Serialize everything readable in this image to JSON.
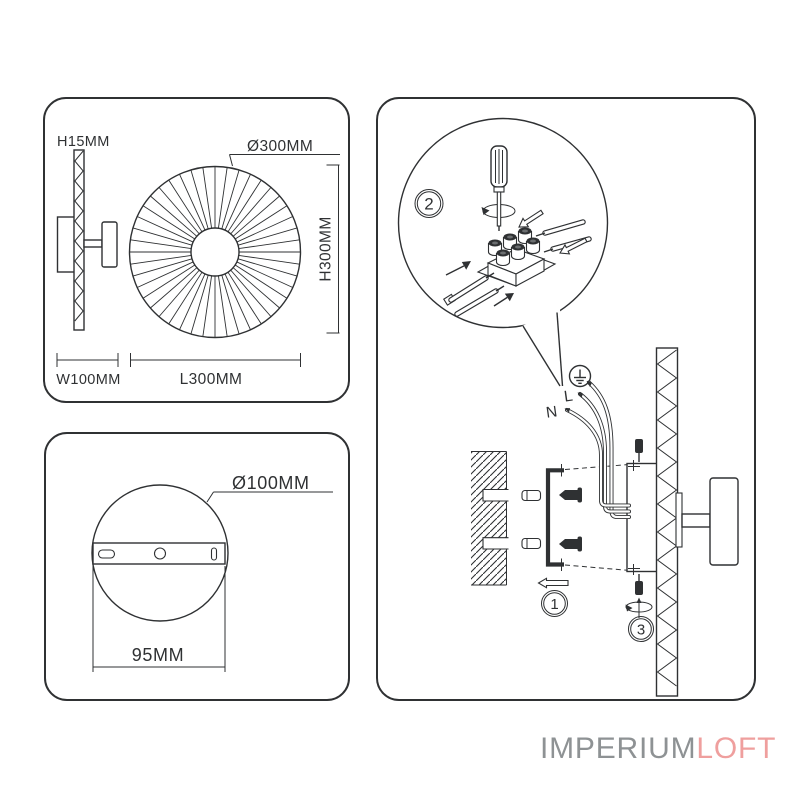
{
  "panel_product_dimensions": {
    "thickness": "H15MM",
    "diameter": "Ø300MM",
    "height": "H300MM",
    "width": "W100MM",
    "length": "L300MM"
  },
  "panel_mounting_plate": {
    "diameter": "Ø100MM",
    "hole_spacing": "95MM"
  },
  "panel_installation": {
    "step_1": "1",
    "step_2": "2",
    "step_3": "3",
    "live_wire": "L",
    "neutral_wire": "N"
  },
  "logo": {
    "primary": "IMPERIUM",
    "accent": "LOFT",
    "primary_color": "#8e9294",
    "accent_color": "#ef9f9e"
  },
  "colors": {
    "line": "#2f3133",
    "background": "#ffffff"
  }
}
